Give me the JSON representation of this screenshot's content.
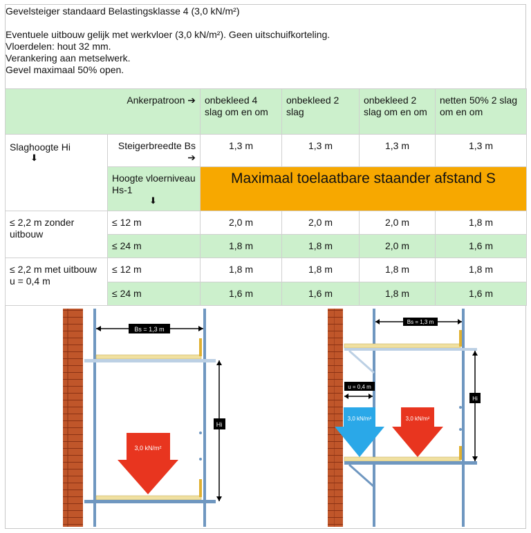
{
  "header": {
    "title": "Gevelsteiger standaard Belastingsklasse 4 (3,0 kN/m²)",
    "line1": "Eventuele uitbouw gelijk met werkvloer (3,0 kN/m²). Geen uitschuifkorteling.",
    "line2": "Vloerdelen: hout 32 mm.",
    "line3": "Verankering aan metselwerk.",
    "line4": "Gevel maximaal 50% open."
  },
  "table": {
    "ankerpatroon_label": "Ankerpatroon ➔",
    "patterns": [
      "onbekleed 4 slag om en om",
      "onbekleed 2 slag",
      "onbekleed  2 slag om en om",
      "netten 50% 2 slag om en om"
    ],
    "slaghoogte_label": "Slaghoogte Hi",
    "down_arrow": "⬇",
    "steigerbreedte_label": "Steigerbreedte Bs ➔",
    "widths": [
      "1,3 m",
      "1,3 m",
      "1,3 m",
      "1,3 m"
    ],
    "hoogte_label": "Hoogte vloerniveau Hs-1",
    "max_label": "Maximaal toelaatbare staander afstand S",
    "groups": [
      {
        "label": "≤ 2,2 m zonder uitbouw",
        "rows": [
          {
            "h": "≤ 12 m",
            "values": [
              "2,0 m",
              "2,0 m",
              "2,0 m",
              "1,8 m"
            ]
          },
          {
            "h": "≤ 24 m",
            "values": [
              "1,8 m",
              "1,8 m",
              "2,0 m",
              "1,6 m"
            ]
          }
        ]
      },
      {
        "label": "≤ 2,2 m met uitbouw",
        "label2": "u = 0,4 m",
        "rows": [
          {
            "h": "≤ 12 m",
            "values": [
              "1,8 m",
              "1,8 m",
              "1,8 m",
              "1,8 m"
            ]
          },
          {
            "h": "≤ 24 m",
            "values": [
              "1,6 m",
              "1,6 m",
              "1,8 m",
              "1,6 m"
            ]
          }
        ]
      }
    ]
  },
  "diagrams": {
    "left": {
      "bs_label": "Bs = 1,3 m",
      "hi_label": "Hi",
      "load_label": "3,0 kN/m²"
    },
    "right": {
      "bs_label": "Bs = 1,3 m",
      "u_label": "u = 0,4 m",
      "hi_label": "Hi",
      "load_label_blue": "3,0 kN/m²",
      "load_label_red": "3,0 kN/m²"
    }
  },
  "colors": {
    "green": "#ccf0cc",
    "orange": "#f7a800",
    "brick": "#c0562a",
    "pipe": "#6f97c0",
    "plank": "#f0e0a0",
    "red_arrow": "#e8351f",
    "blue_arrow": "#2aa8e8"
  }
}
